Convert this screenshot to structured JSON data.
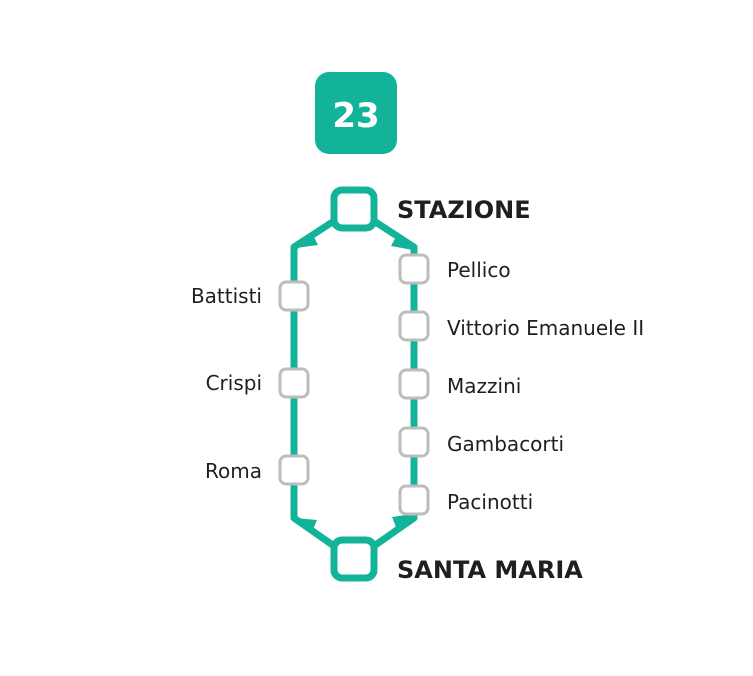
{
  "route": {
    "number": "23",
    "color": "#13b39a"
  },
  "termini": {
    "top": "STAZIONE",
    "bottom": "SANTA MARIA"
  },
  "stops_right": [
    "Pellico",
    "Vittorio Emanuele II",
    "Mazzini",
    "Gambacorti",
    "Pacinotti"
  ],
  "stops_left": [
    "Battisti",
    "Crispi",
    "Roma"
  ]
}
